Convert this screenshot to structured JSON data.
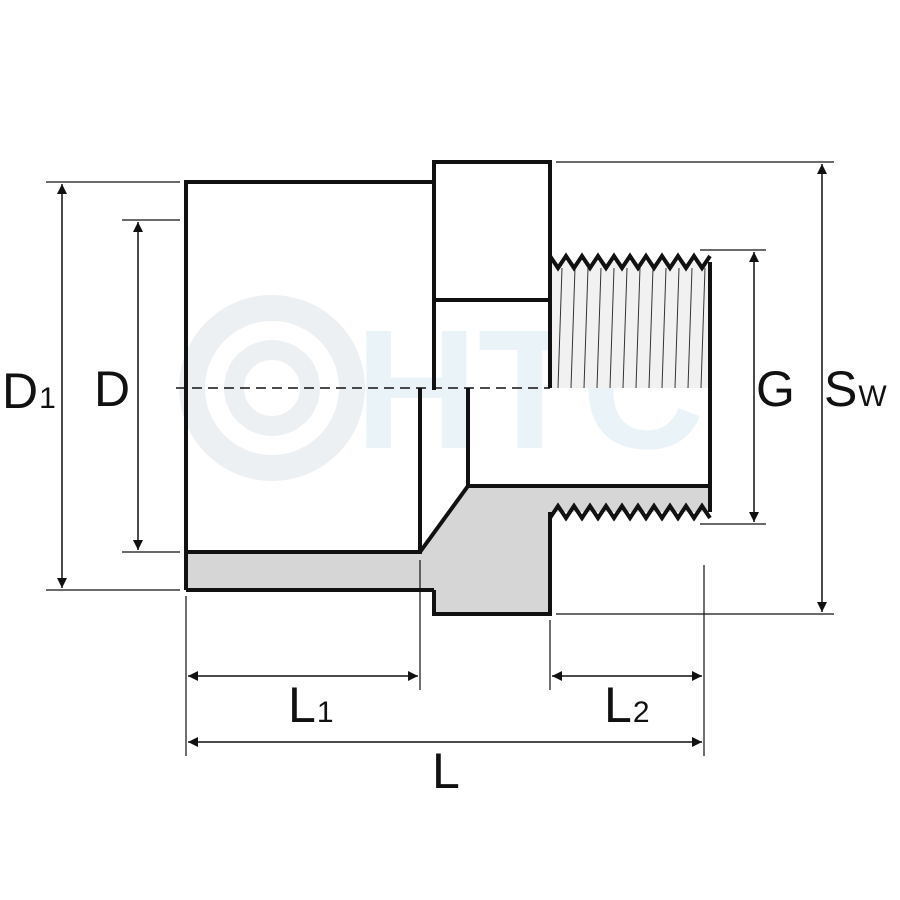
{
  "watermark": {
    "text": "HTC",
    "color": "#eaf3f8"
  },
  "colors": {
    "outline": "#111111",
    "section_fill": "#d6d6d6",
    "thread_fill": "#eeeeee",
    "background": "#ffffff"
  },
  "labels": {
    "D1": {
      "main": "D",
      "sub": "1"
    },
    "D": {
      "main": "D"
    },
    "G": {
      "main": "G"
    },
    "Sw": {
      "main": "S",
      "sub": "W"
    },
    "L1": {
      "main": "L",
      "sub": "1"
    },
    "L2": {
      "main": "L",
      "sub": "2"
    },
    "L": {
      "main": "L"
    }
  }
}
